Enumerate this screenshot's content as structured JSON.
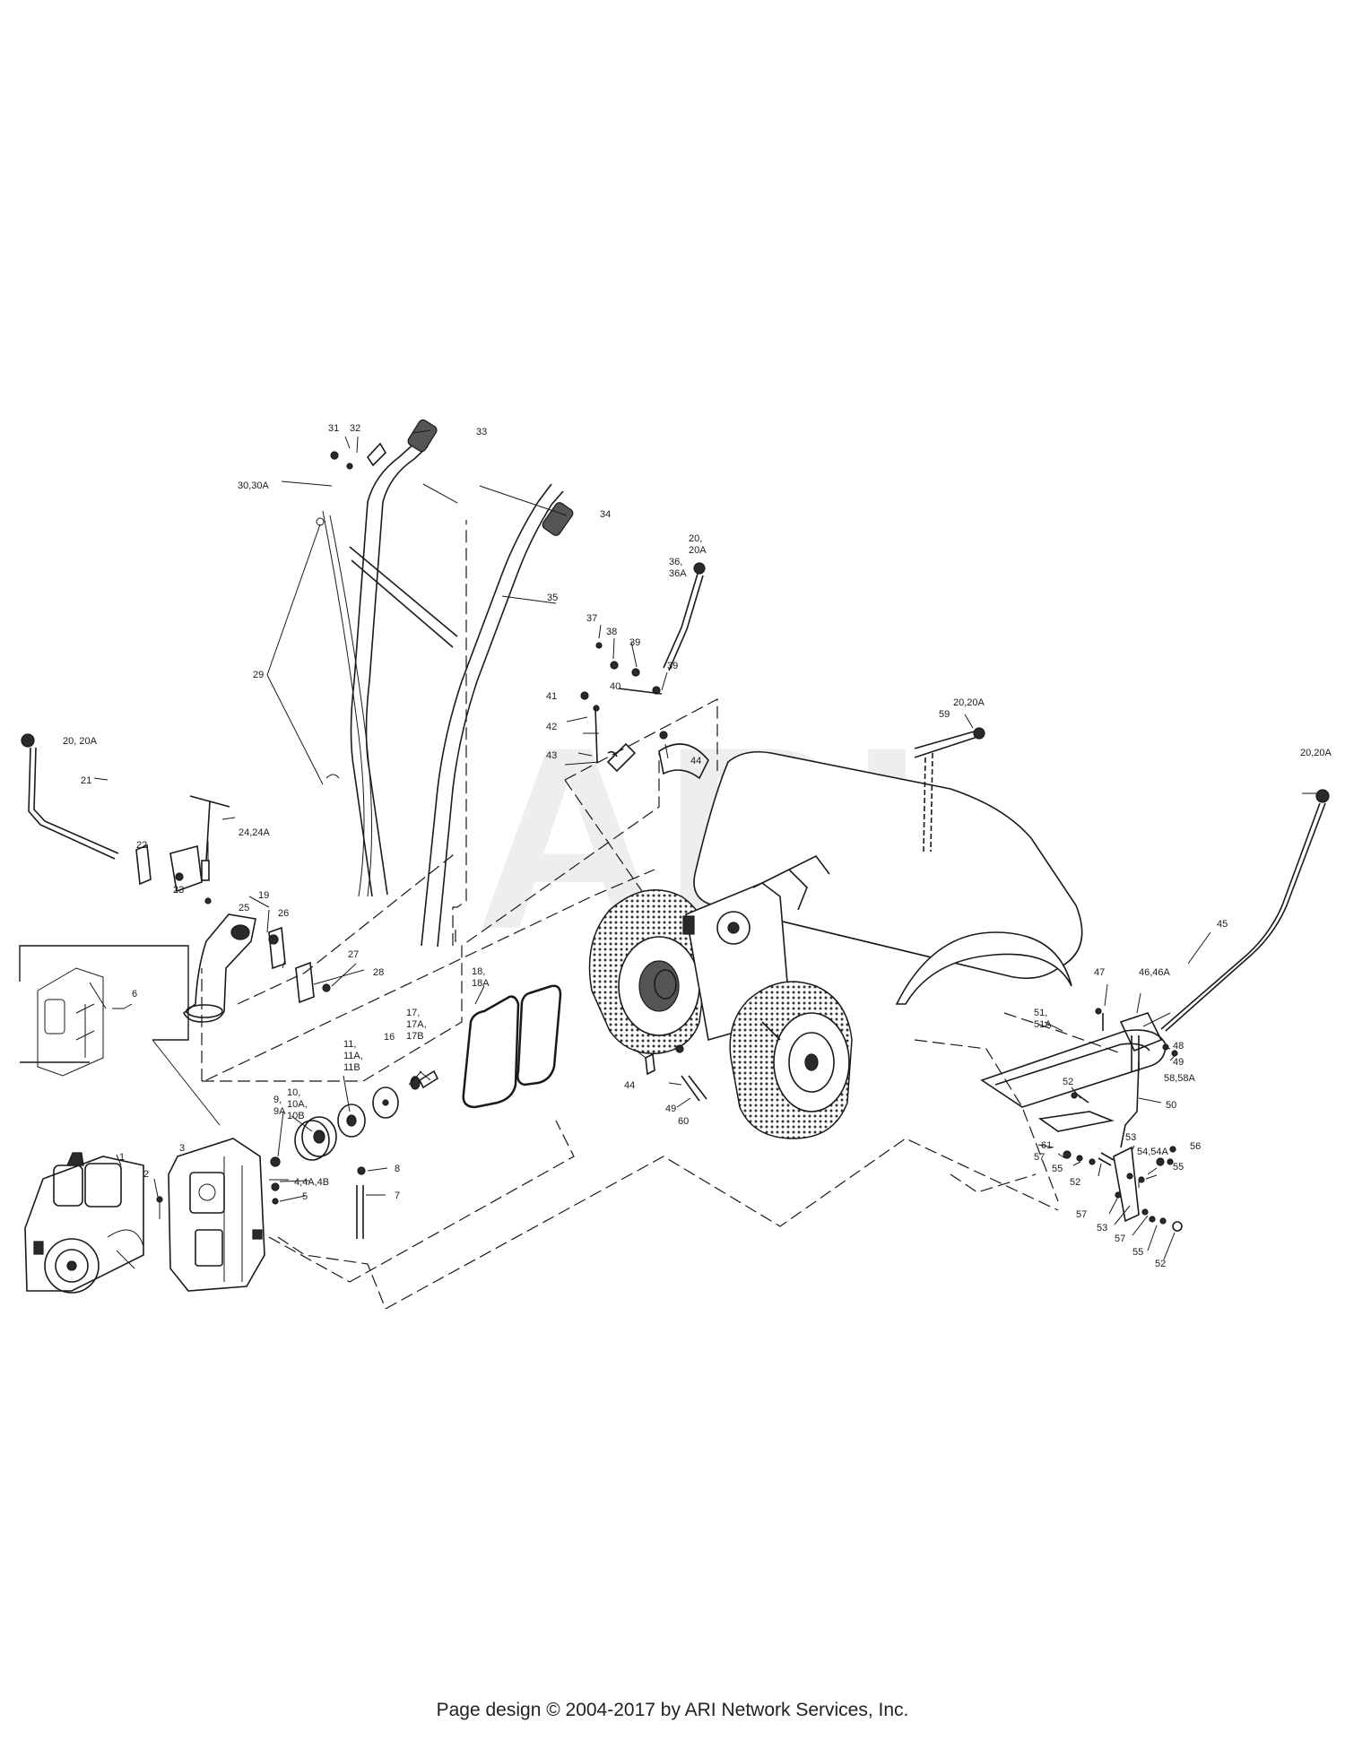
{
  "watermark": "ARI",
  "footer": "Page design © 2004-2017 by ARI Network Services, Inc.",
  "parts": {
    "p1": "1",
    "p2": "2",
    "p3": "3",
    "p4": "4,4A,4B",
    "p5": "5",
    "p6": "6",
    "p7": "7",
    "p8": "8",
    "p9": [
      "9,",
      "9A"
    ],
    "p10": [
      "10,",
      "10A,",
      "10B"
    ],
    "p11": [
      "11,",
      "11A,",
      "11B"
    ],
    "p16": "16",
    "p17": [
      "17,",
      "17A,",
      "17B"
    ],
    "p18": [
      "18,",
      "18A"
    ],
    "p19": "19",
    "p20_left": "20, 20A",
    "p20_top": [
      "20,",
      "20A"
    ],
    "p20_mid": "20,20A",
    "p20_right": "20,20A",
    "p21": "21",
    "p22": "22",
    "p23": "23",
    "p24": "24,24A",
    "p25": "25",
    "p26": "26",
    "p27": "27",
    "p28": "28",
    "p29": "29",
    "p30": "30,30A",
    "p31": "31",
    "p32": "32",
    "p33": "33",
    "p34": "34",
    "p35": "35",
    "p36": [
      "36,",
      "36A"
    ],
    "p37": "37",
    "p38": "38",
    "p39a": "39",
    "p39b": "39",
    "p40": "40",
    "p41": "41",
    "p42": "42",
    "p43": "43",
    "p44a": "44",
    "p44b": "44",
    "p45": "45",
    "p46": "46,46A",
    "p47": "47",
    "p48": "48",
    "p49a": "49",
    "p49b": "49",
    "p50": "50",
    "p51": [
      "51,",
      "51A"
    ],
    "p52a": "52",
    "p52b": "52",
    "p52c": "52",
    "p53a": "53",
    "p53b": "53",
    "p54": "54,54A",
    "p55a": "55",
    "p55b": "55",
    "p55c": "55",
    "p56": "56",
    "p57a": "57",
    "p57b": "57",
    "p57c": "57",
    "p58": "58,58A",
    "p59": "59",
    "p60": "60",
    "p61": "61"
  }
}
